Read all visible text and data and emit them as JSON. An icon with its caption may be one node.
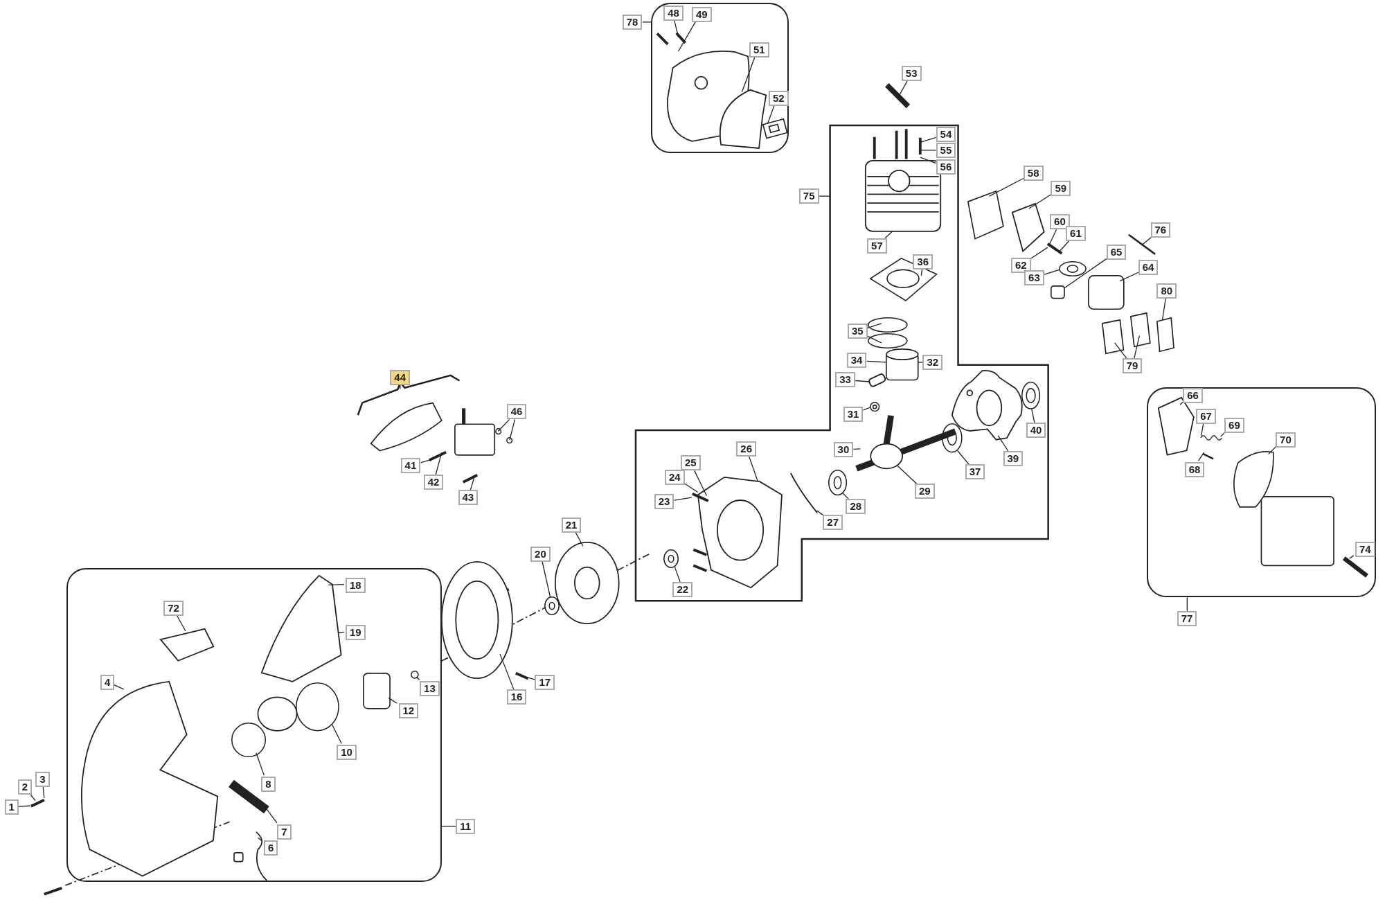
{
  "diagram": {
    "nodes": [
      {
        "text": [],
        "shape": "box"
      },
      {
        "text": [
          "78"
        ]
      },
      {
        "text": [
          "48"
        ],
        "in": 0
      },
      {
        "text": [
          "49"
        ],
        "in": 0
      },
      {
        "text": [
          "51"
        ],
        "in": 0
      },
      {
        "text": [
          "52"
        ],
        "in": 0
      },
      {
        "text": [
          "53"
        ]
      },
      {
        "text": [],
        "shape": "box"
      },
      {
        "text": [
          "54"
        ],
        "in": 7
      },
      {
        "text": [
          "55"
        ],
        "in": 7
      },
      {
        "text": [
          "56"
        ],
        "in": 7
      },
      {
        "text": [
          "75"
        ]
      },
      {
        "text": [
          "58"
        ]
      },
      {
        "text": [
          "59"
        ]
      },
      {
        "text": [
          "57"
        ],
        "in": 7
      },
      {
        "text": [
          "60"
        ]
      },
      {
        "text": [
          "61"
        ]
      },
      {
        "text": [
          "62"
        ]
      },
      {
        "text": [
          "63"
        ]
      },
      {
        "text": [
          "76"
        ]
      },
      {
        "text": [
          "65"
        ]
      },
      {
        "text": [
          "64"
        ]
      },
      {
        "text": [
          "36"
        ],
        "in": 7
      },
      {
        "text": [
          "80"
        ]
      },
      {
        "text": [
          "35"
        ],
        "in": 7
      },
      {
        "text": [
          "79"
        ]
      },
      {
        "text": [
          "34"
        ],
        "in": 7
      },
      {
        "text": [
          "32"
        ],
        "in": 7
      },
      {
        "text": [
          "44"
        ]
      },
      {
        "text": [
          "33"
        ],
        "in": 7
      },
      {
        "text": [],
        "shape": "box"
      },
      {
        "text": [
          "66"
        ],
        "in": 30
      },
      {
        "text": [
          "31"
        ],
        "in": 7
      },
      {
        "text": [
          "46"
        ]
      },
      {
        "text": [
          "67"
        ],
        "in": 30
      },
      {
        "text": [
          "40"
        ],
        "in": 7
      },
      {
        "text": [
          "69"
        ],
        "in": 30
      },
      {
        "text": [
          "26"
        ],
        "in": 7
      },
      {
        "text": [
          "30"
        ],
        "in": 7
      },
      {
        "text": [
          "70"
        ],
        "in": 30
      },
      {
        "text": [
          "39"
        ],
        "in": 7
      },
      {
        "text": [
          "41"
        ]
      },
      {
        "text": [
          "25"
        ],
        "in": 7
      },
      {
        "text": [
          "68"
        ],
        "in": 30
      },
      {
        "text": [
          "37"
        ],
        "in": 7
      },
      {
        "text": [
          "24"
        ],
        "in": 7
      },
      {
        "text": [
          "42"
        ]
      },
      {
        "text": [
          "29"
        ],
        "in": 7
      },
      {
        "text": [
          "23"
        ],
        "in": 7
      },
      {
        "text": [
          "43"
        ]
      },
      {
        "text": [
          "28"
        ],
        "in": 7
      },
      {
        "text": [
          "27"
        ],
        "in": 7
      },
      {
        "text": [
          "21"
        ]
      },
      {
        "text": [
          "74"
        ],
        "in": 30
      },
      {
        "text": [
          "20"
        ]
      },
      {
        "text": [],
        "shape": "box"
      },
      {
        "text": [
          "18"
        ],
        "in": 55
      },
      {
        "text": [
          "22"
        ],
        "in": 7
      },
      {
        "text": [
          "77"
        ]
      },
      {
        "text": [
          "72"
        ],
        "in": 55
      },
      {
        "text": [
          "19"
        ],
        "in": 55
      },
      {
        "text": [
          "4"
        ],
        "in": 55
      },
      {
        "text": [
          "17"
        ]
      },
      {
        "text": [
          "13"
        ],
        "in": 55
      },
      {
        "text": [
          "16"
        ]
      },
      {
        "text": [
          "12"
        ],
        "in": 55
      },
      {
        "text": [
          "10"
        ],
        "in": 55
      },
      {
        "text": [
          "3"
        ]
      },
      {
        "text": [
          "2"
        ]
      },
      {
        "text": [
          "8"
        ],
        "in": 55
      },
      {
        "text": [
          "1"
        ]
      },
      {
        "text": [
          "7"
        ],
        "in": 55
      },
      {
        "text": [
          "11"
        ]
      },
      {
        "text": [
          "6"
        ],
        "in": 55
      },
      {
        "text": [],
        "shape": "box",
        "in": 0
      },
      {
        "text": [],
        "shape": "box",
        "in": 7
      },
      {
        "text": [],
        "shape": "bar",
        "in": 7
      },
      {
        "text": [],
        "shape": "circle",
        "in": 7
      },
      {
        "text": [],
        "shape": "circle"
      },
      {
        "text": [],
        "shape": "circle"
      },
      {
        "text": [],
        "shape": "spring",
        "in": 30
      },
      {
        "text": [],
        "shape": "circle",
        "in": 7
      },
      {
        "text": [],
        "shape": "circle",
        "in": 7
      },
      {
        "text": [],
        "shape": "picture",
        "in": 7
      },
      {
        "text": [],
        "shape": "circle",
        "in": 7
      },
      {
        "text": [],
        "shape": "circle",
        "in": 7
      },
      {
        "text": [],
        "shape": "circle",
        "in": 55
      },
      {
        "text": [],
        "shape": "circle"
      },
      {
        "text": [],
        "shape": "bar",
        "in": 55
      },
      {
        "text": [],
        "shape": "circle"
      },
      {
        "text": [],
        "shape": "box"
      },
      {
        "text": [],
        "shape": "bar",
        "in": 7
      },
      {
        "text": [],
        "shape": "bar"
      },
      {
        "text": [],
        "shape": "bar",
        "in": 0
      },
      {
        "text": [],
        "shape": "picture",
        "in": 0
      },
      {
        "text": [],
        "shape": "picture",
        "in": 0
      },
      {
        "text": [],
        "shape": "bar"
      },
      {
        "text": [],
        "shape": "picture",
        "in": 7
      },
      {
        "text": [],
        "shape": "box"
      },
      {
        "text": [],
        "shape": "picture"
      },
      {
        "text": [],
        "shape": "bar"
      },
      {
        "text": [],
        "shape": "box"
      },
      {
        "text": [],
        "shape": "box"
      },
      {
        "text": [],
        "shape": "box"
      },
      {
        "text": [],
        "shape": "box"
      },
      {
        "text": [],
        "shape": "circle",
        "in": 7
      },
      {
        "text": [],
        "shape": "circle",
        "in": 7
      },
      {
        "text": [],
        "shape": "box",
        "in": 7
      },
      {
        "text": [],
        "shape": "picture"
      },
      {
        "text": [],
        "shape": "picture",
        "in": 30
      },
      {
        "text": [],
        "shape": "picture",
        "in": 7
      },
      {
        "text": [],
        "shape": "box",
        "in": 30
      },
      {
        "text": [],
        "shape": "picture",
        "in": 7
      },
      {
        "text": [],
        "shape": "bar"
      },
      {
        "text": [],
        "shape": "bar",
        "in": 7
      },
      {
        "text": [],
        "shape": "bar",
        "in": 30
      },
      {
        "text": [],
        "shape": "bar"
      },
      {
        "text": [],
        "shape": "bar",
        "in": 7
      },
      {
        "text": [],
        "shape": "picture"
      },
      {
        "text": [],
        "shape": "bar",
        "in": 30
      },
      {
        "text": [],
        "shape": "picture",
        "in": 55
      },
      {
        "text": [],
        "shape": "picture",
        "in": 55
      },
      {
        "text": [],
        "shape": "picture",
        "in": 55
      },
      {
        "text": [],
        "shape": "bar"
      },
      {
        "text": [],
        "shape": "picture"
      },
      {
        "text": [],
        "shape": "box",
        "in": 55
      },
      {
        "text": [],
        "shape": "circle",
        "in": 55
      },
      {
        "text": [],
        "shape": "bar"
      },
      {
        "text": [],
        "shape": "circle",
        "in": 55
      },
      {
        "text": [],
        "shape": "picture",
        "in": 55
      }
    ],
    "edges": [
      {
        "from": 1,
        "to": 0,
        "arrow": "none"
      },
      {
        "from": 2,
        "to": 93,
        "arrow": "none"
      },
      {
        "from": 3,
        "to": 94,
        "arrow": "none"
      },
      {
        "from": 4,
        "to": 95,
        "arrow": "none"
      },
      {
        "from": 5,
        "to": 74,
        "arrow": "none"
      },
      {
        "from": 6,
        "to": 96,
        "arrow": "none"
      },
      {
        "from": 8,
        "to": 91,
        "arrow": "none"
      },
      {
        "from": 9,
        "to": 91,
        "arrow": "none"
      },
      {
        "from": 10,
        "to": 91,
        "arrow": "none"
      },
      {
        "from": 11,
        "to": 7,
        "arrow": "none"
      },
      {
        "from": 12,
        "to": 98,
        "arrow": "none"
      },
      {
        "from": 13,
        "to": 99,
        "arrow": "none"
      },
      {
        "from": 14,
        "to": 97,
        "arrow": "none"
      },
      {
        "from": 15,
        "to": 92,
        "arrow": "none"
      },
      {
        "from": 16,
        "to": 92,
        "arrow": "none"
      },
      {
        "from": 17,
        "to": 92,
        "arrow": "none"
      },
      {
        "from": 18,
        "to": 89,
        "arrow": "none"
      },
      {
        "from": 19,
        "to": 100,
        "arrow": "none"
      },
      {
        "from": 20,
        "to": 90,
        "arrow": "none"
      },
      {
        "from": 21,
        "to": 101,
        "arrow": "none"
      },
      {
        "from": 22,
        "to": 75,
        "arrow": "none"
      },
      {
        "from": 23,
        "to": 104,
        "arrow": "none"
      },
      {
        "from": 24,
        "to": 105,
        "arrow": "none"
      },
      {
        "from": 24,
        "to": 106,
        "arrow": "none"
      },
      {
        "from": 25,
        "to": 102,
        "arrow": "none"
      },
      {
        "from": 25,
        "to": 103,
        "arrow": "none"
      },
      {
        "from": 26,
        "to": 107,
        "arrow": "none"
      },
      {
        "from": 27,
        "to": 107,
        "arrow": "none"
      },
      {
        "from": 28,
        "to": 108,
        "arrow": "none"
      },
      {
        "from": 29,
        "to": 76,
        "arrow": "none"
      },
      {
        "from": 31,
        "to": 109,
        "arrow": "none"
      },
      {
        "from": 32,
        "to": 77,
        "arrow": "none"
      },
      {
        "from": 33,
        "to": 78,
        "arrow": "none"
      },
      {
        "from": 33,
        "to": 79,
        "arrow": "none"
      },
      {
        "from": 34,
        "to": 80,
        "arrow": "none"
      },
      {
        "from": 35,
        "to": 81,
        "arrow": "none"
      },
      {
        "from": 36,
        "to": 80,
        "arrow": "none"
      },
      {
        "from": 37,
        "to": 110,
        "arrow": "none"
      },
      {
        "from": 38,
        "to": 83,
        "arrow": "none"
      },
      {
        "from": 39,
        "to": 111,
        "arrow": "none"
      },
      {
        "from": 40,
        "to": 112,
        "arrow": "none"
      },
      {
        "from": 41,
        "to": 113,
        "arrow": "none"
      },
      {
        "from": 42,
        "to": 114,
        "arrow": "none"
      },
      {
        "from": 43,
        "to": 115,
        "arrow": "none"
      },
      {
        "from": 44,
        "to": 82,
        "arrow": "none"
      },
      {
        "from": 45,
        "to": 114,
        "arrow": "none"
      },
      {
        "from": 46,
        "to": 113,
        "arrow": "none"
      },
      {
        "from": 47,
        "to": 83,
        "arrow": "none"
      },
      {
        "from": 48,
        "to": 114,
        "arrow": "none"
      },
      {
        "from": 49,
        "to": 116,
        "arrow": "none"
      },
      {
        "from": 50,
        "to": 84,
        "arrow": "none"
      },
      {
        "from": 51,
        "to": 117,
        "arrow": "none"
      },
      {
        "from": 52,
        "to": 118,
        "arrow": "none"
      },
      {
        "from": 53,
        "to": 119,
        "arrow": "none"
      },
      {
        "from": 54,
        "to": 87,
        "arrow": "none"
      },
      {
        "from": 56,
        "to": 120,
        "arrow": "none"
      },
      {
        "from": 57,
        "to": 85,
        "arrow": "none"
      },
      {
        "from": 58,
        "to": 30,
        "arrow": "none"
      },
      {
        "from": 59,
        "to": 121,
        "arrow": "none"
      },
      {
        "from": 60,
        "to": 120,
        "arrow": "none"
      },
      {
        "from": 61,
        "to": 122,
        "arrow": "none"
      },
      {
        "from": 62,
        "to": 123,
        "arrow": "none"
      },
      {
        "from": 63,
        "to": 86,
        "arrow": "none"
      },
      {
        "from": 64,
        "to": 124,
        "arrow": "none"
      },
      {
        "from": 65,
        "to": 125,
        "arrow": "none"
      },
      {
        "from": 66,
        "to": 126,
        "arrow": "none"
      },
      {
        "from": 67,
        "to": 127,
        "arrow": "none"
      },
      {
        "from": 68,
        "to": 127,
        "arrow": "none"
      },
      {
        "from": 69,
        "to": 128,
        "arrow": "none"
      },
      {
        "from": 70,
        "to": 127,
        "arrow": "none"
      },
      {
        "from": 71,
        "to": 88,
        "arrow": "none"
      },
      {
        "from": 72,
        "to": 55,
        "arrow": "none"
      },
      {
        "from": 73,
        "to": 129,
        "arrow": "none"
      }
    ]
  }
}
